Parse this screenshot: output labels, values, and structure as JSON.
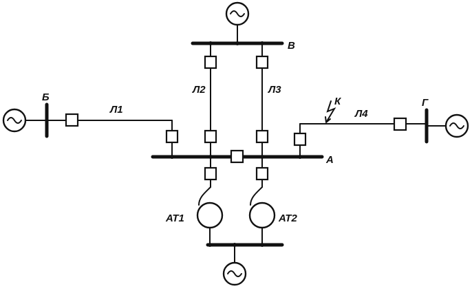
{
  "labels": {
    "bus_a": "А",
    "bus_b": "Б",
    "bus_v": "В",
    "bus_g": "Г",
    "line_1": "Л1",
    "line_2": "Л2",
    "line_3": "Л3",
    "line_4": "Л4",
    "fault_point": "К",
    "autotransformer_1": "АТ1",
    "autotransformer_2": "АТ2"
  },
  "icons": {
    "generator": "generator-icon",
    "breaker": "circuit-breaker-icon",
    "autotransformer": "autotransformer-icon",
    "fault": "lightning-icon"
  }
}
